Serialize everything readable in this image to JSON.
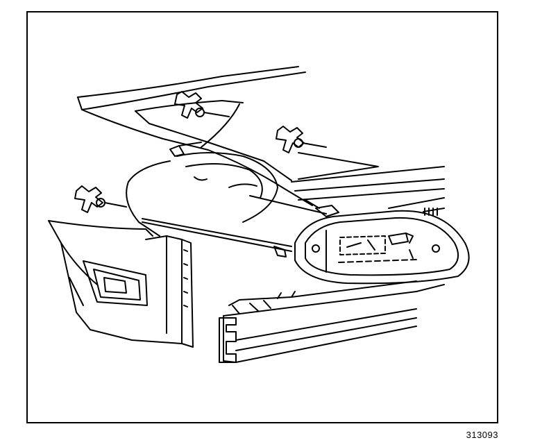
{
  "figure": {
    "id_label": "313093"
  },
  "colors": {
    "line": "#000000",
    "background": "#ffffff"
  },
  "parts": {
    "nut_icons": [
      "push-nut-upper-left",
      "push-nut-upper-right",
      "push-nut-lower-left"
    ],
    "components": [
      "hood-edge",
      "fender-panel",
      "bumper-fascia",
      "headlamp-assembly",
      "radiator-support-bracket",
      "mounting-studs"
    ]
  }
}
